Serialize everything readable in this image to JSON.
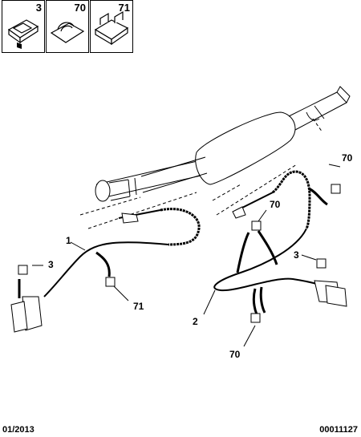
{
  "legend": [
    {
      "ref": "3",
      "icon": "clip-icon"
    },
    {
      "ref": "70",
      "icon": "strap-clip-icon"
    },
    {
      "ref": "71",
      "icon": "bracket-clip-icon"
    }
  ],
  "callouts": {
    "part1": "1",
    "part2": "2",
    "left_clip_3": "3",
    "left_clip_71": "71",
    "right_top_70": "70",
    "right_mid_70": "70",
    "right_clip_3": "3",
    "right_bottom_70": "70"
  },
  "footer": {
    "date": "01/2013",
    "code": "00011127"
  }
}
